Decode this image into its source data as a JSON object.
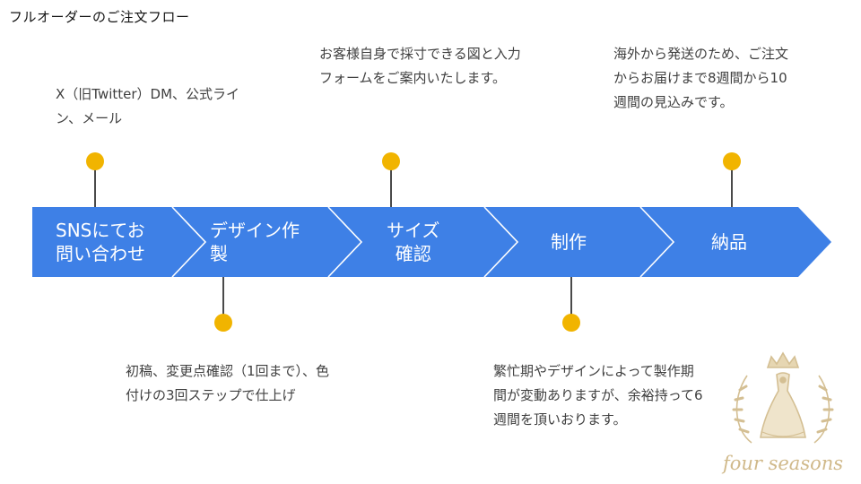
{
  "title": "フルオーダーのご注文フロー",
  "steps": [
    {
      "label": "SNSにてお\n問い合わせ",
      "description": "X（旧Twitter）DM、公式ライ\nン、メール"
    },
    {
      "label": "デザイン作\n製",
      "description": "初稿、変更点確認（1回まで）、色\n付けの3回ステップで仕上げ"
    },
    {
      "label": "サイズ\n確認",
      "description": "お客様自身で採寸できる図と入力\nフォームをご案内いたします。"
    },
    {
      "label": "制作",
      "description": "繁忙期やデザインによって製作期\n間が変動ありますが、余裕持って6\n週間を頂いおります。"
    },
    {
      "label": "納品",
      "description": "海外から発送のため、ご注文\nからお届けまで8週間から10\n週間の見込みです。"
    }
  ],
  "colors": {
    "band": "#3e80e6",
    "dot": "#f1b400",
    "separator": "#ffffff"
  },
  "logo": {
    "text": "four seasons",
    "icon": "crown-dress-wreath-icon"
  }
}
